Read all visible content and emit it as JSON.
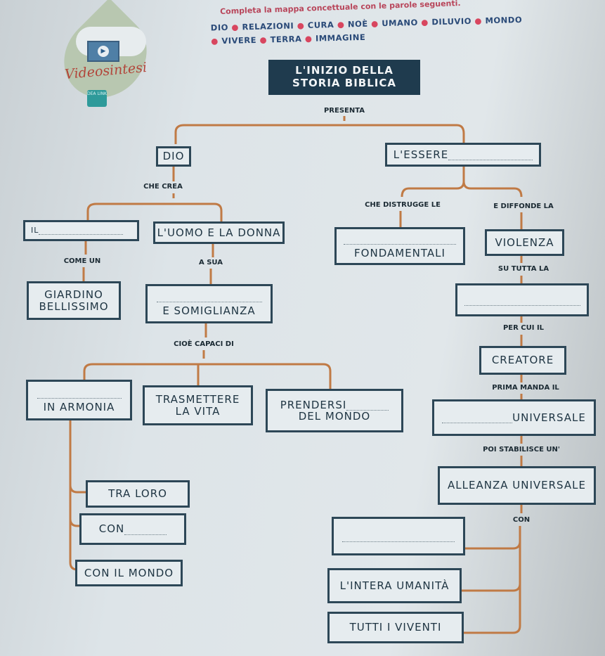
{
  "header": {
    "instruction": "Completa la mappa concettuale con le parole seguenti.",
    "words": [
      "DIO",
      "RELAZIONI",
      "CURA",
      "NOÈ",
      "UMANO",
      "DILUVIO",
      "MONDO",
      "VIVERE",
      "TERRA",
      "IMMAGINE"
    ],
    "badge_label": "Videosintesi",
    "badge_logo": "DEA LINK"
  },
  "title": {
    "line1": "L'INIZIO DELLA",
    "line2": "STORIA BIBLICA"
  },
  "labels": {
    "presenta": "PRESENTA",
    "che_crea": "CHE CREA",
    "come_un": "COME UN",
    "a_sua": "A SUA",
    "cioe_capaci_di": "CIOÈ CAPACI DI",
    "che_distrugge_le": "CHE DISTRUGGE LE",
    "e_diffonde_la": "E DIFFONDE LA",
    "su_tutta_la": "SU TUTTA LA",
    "per_cui_il": "PER CUI IL",
    "prima_manda_il": "PRIMA MANDA IL",
    "poi_stabilisce_un": "POI STABILISCE UN'",
    "con": "CON"
  },
  "boxes": {
    "dio": "DIO",
    "essere": "L'ESSERE",
    "il": "IL",
    "uomo_donna": "L'UOMO E LA DONNA",
    "giardino": "GIARDINO BELLISSIMO",
    "somiglianza": "E SOMIGLIANZA",
    "armonia": "IN ARMONIA",
    "trasmettere": "TRASMETTERE LA VITA",
    "prendersi": "PRENDERSI",
    "del_mondo": "DEL MONDO",
    "tra_loro": "TRA LORO",
    "con_blank": "CON",
    "con_il_mondo": "CON IL MONDO",
    "fondamentali": "FONDAMENTALI",
    "violenza": "VIOLENZA",
    "creatore": "CREATORE",
    "universale": "UNIVERSALE",
    "alleanza": "ALLEANZA UNIVERSALE",
    "intera_umanita": "L'INTERA UMANITÀ",
    "tutti_viventi": "TUTTI I VIVENTI"
  },
  "colors": {
    "line": "#c07a45",
    "box_border": "#2d4757",
    "title_bg": "#1f3b4e"
  }
}
